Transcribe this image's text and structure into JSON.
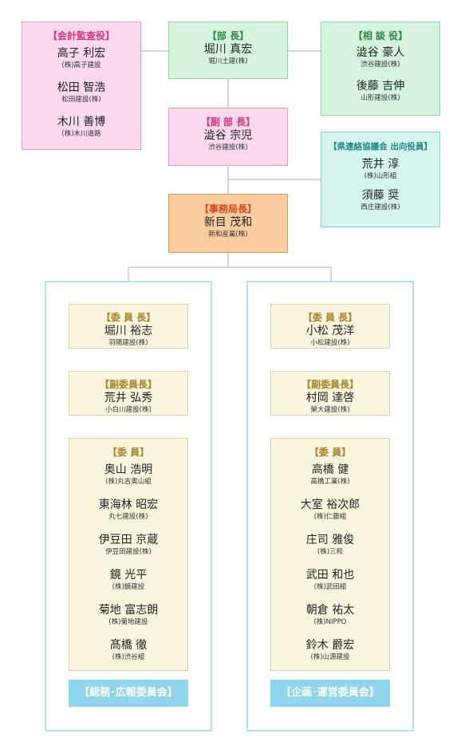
{
  "auditors": {
    "title": "【会計監査役】",
    "members": [
      {
        "name": "高子 利宏",
        "company": "(株)高子建設"
      },
      {
        "name": "松田 智浩",
        "company": "松田建設(株)"
      },
      {
        "name": "木川 善博",
        "company": "(株)木川道路"
      }
    ]
  },
  "director": {
    "title": "【部 長】",
    "name": "堀川 真宏",
    "company": "堀川土建(株)"
  },
  "advisors": {
    "title": "【相 談 役】",
    "members": [
      {
        "name": "澁谷 豪人",
        "company": "渋谷建設(株)"
      },
      {
        "name": "後藤 吉伸",
        "company": "山形建設(株)"
      }
    ]
  },
  "vice_director": {
    "title": "【副 部 長】",
    "name": "澁谷 宗児",
    "company": "渋谷建設(株)"
  },
  "liaison": {
    "title": "【県連絡協議会 出向役員】",
    "members": [
      {
        "name": "荒井 淳",
        "company": "(株)山形組"
      },
      {
        "name": "須藤 奨",
        "company": "西庄建設(株)"
      }
    ]
  },
  "secretary_general": {
    "title": "【事務局長】",
    "name": "新目 茂和",
    "company": "新和産業(株)"
  },
  "committees": [
    {
      "label": "【総務･広報委員会】",
      "chair": {
        "title": "【委 員 長】",
        "name": "堀川 裕志",
        "company": "羽陽建設(株)"
      },
      "vice_chair": {
        "title": "【副委員長】",
        "name": "荒井 弘秀",
        "company": "小白川建設(株)"
      },
      "members_title": "【委 員】",
      "members": [
        {
          "name": "奥山 浩明",
          "company": "(株)丸吉奥山組"
        },
        {
          "name": "東海林 昭宏",
          "company": "丸七建設(株)"
        },
        {
          "name": "伊豆田 京蔵",
          "company": "伊豆田建設(株)"
        },
        {
          "name": "鏡 光平",
          "company": "(株)鏡建設"
        },
        {
          "name": "菊地 富志朗",
          "company": "(株)菊地建設"
        },
        {
          "name": "髙橋 徹",
          "company": "(株)渋谷組"
        }
      ]
    },
    {
      "label": "【企画･運営委員会】",
      "chair": {
        "title": "【委 員 長】",
        "name": "小松 茂洋",
        "company": "小松建設(株)"
      },
      "vice_chair": {
        "title": "【副委員長】",
        "name": "村岡 達啓",
        "company": "榮大建設(株)"
      },
      "members_title": "【委 員】",
      "members": [
        {
          "name": "高橋 健",
          "company": "高橋工業(株)"
        },
        {
          "name": "大室 裕次郎",
          "company": "(株)仁藤組"
        },
        {
          "name": "庄司 雅俊",
          "company": "(株)三和"
        },
        {
          "name": "武田 和也",
          "company": "(株)武田組"
        },
        {
          "name": "朝倉 祐太",
          "company": "(株)NIPPO"
        },
        {
          "name": "鈴木 爵宏",
          "company": "(株)山源建設"
        }
      ]
    }
  ]
}
